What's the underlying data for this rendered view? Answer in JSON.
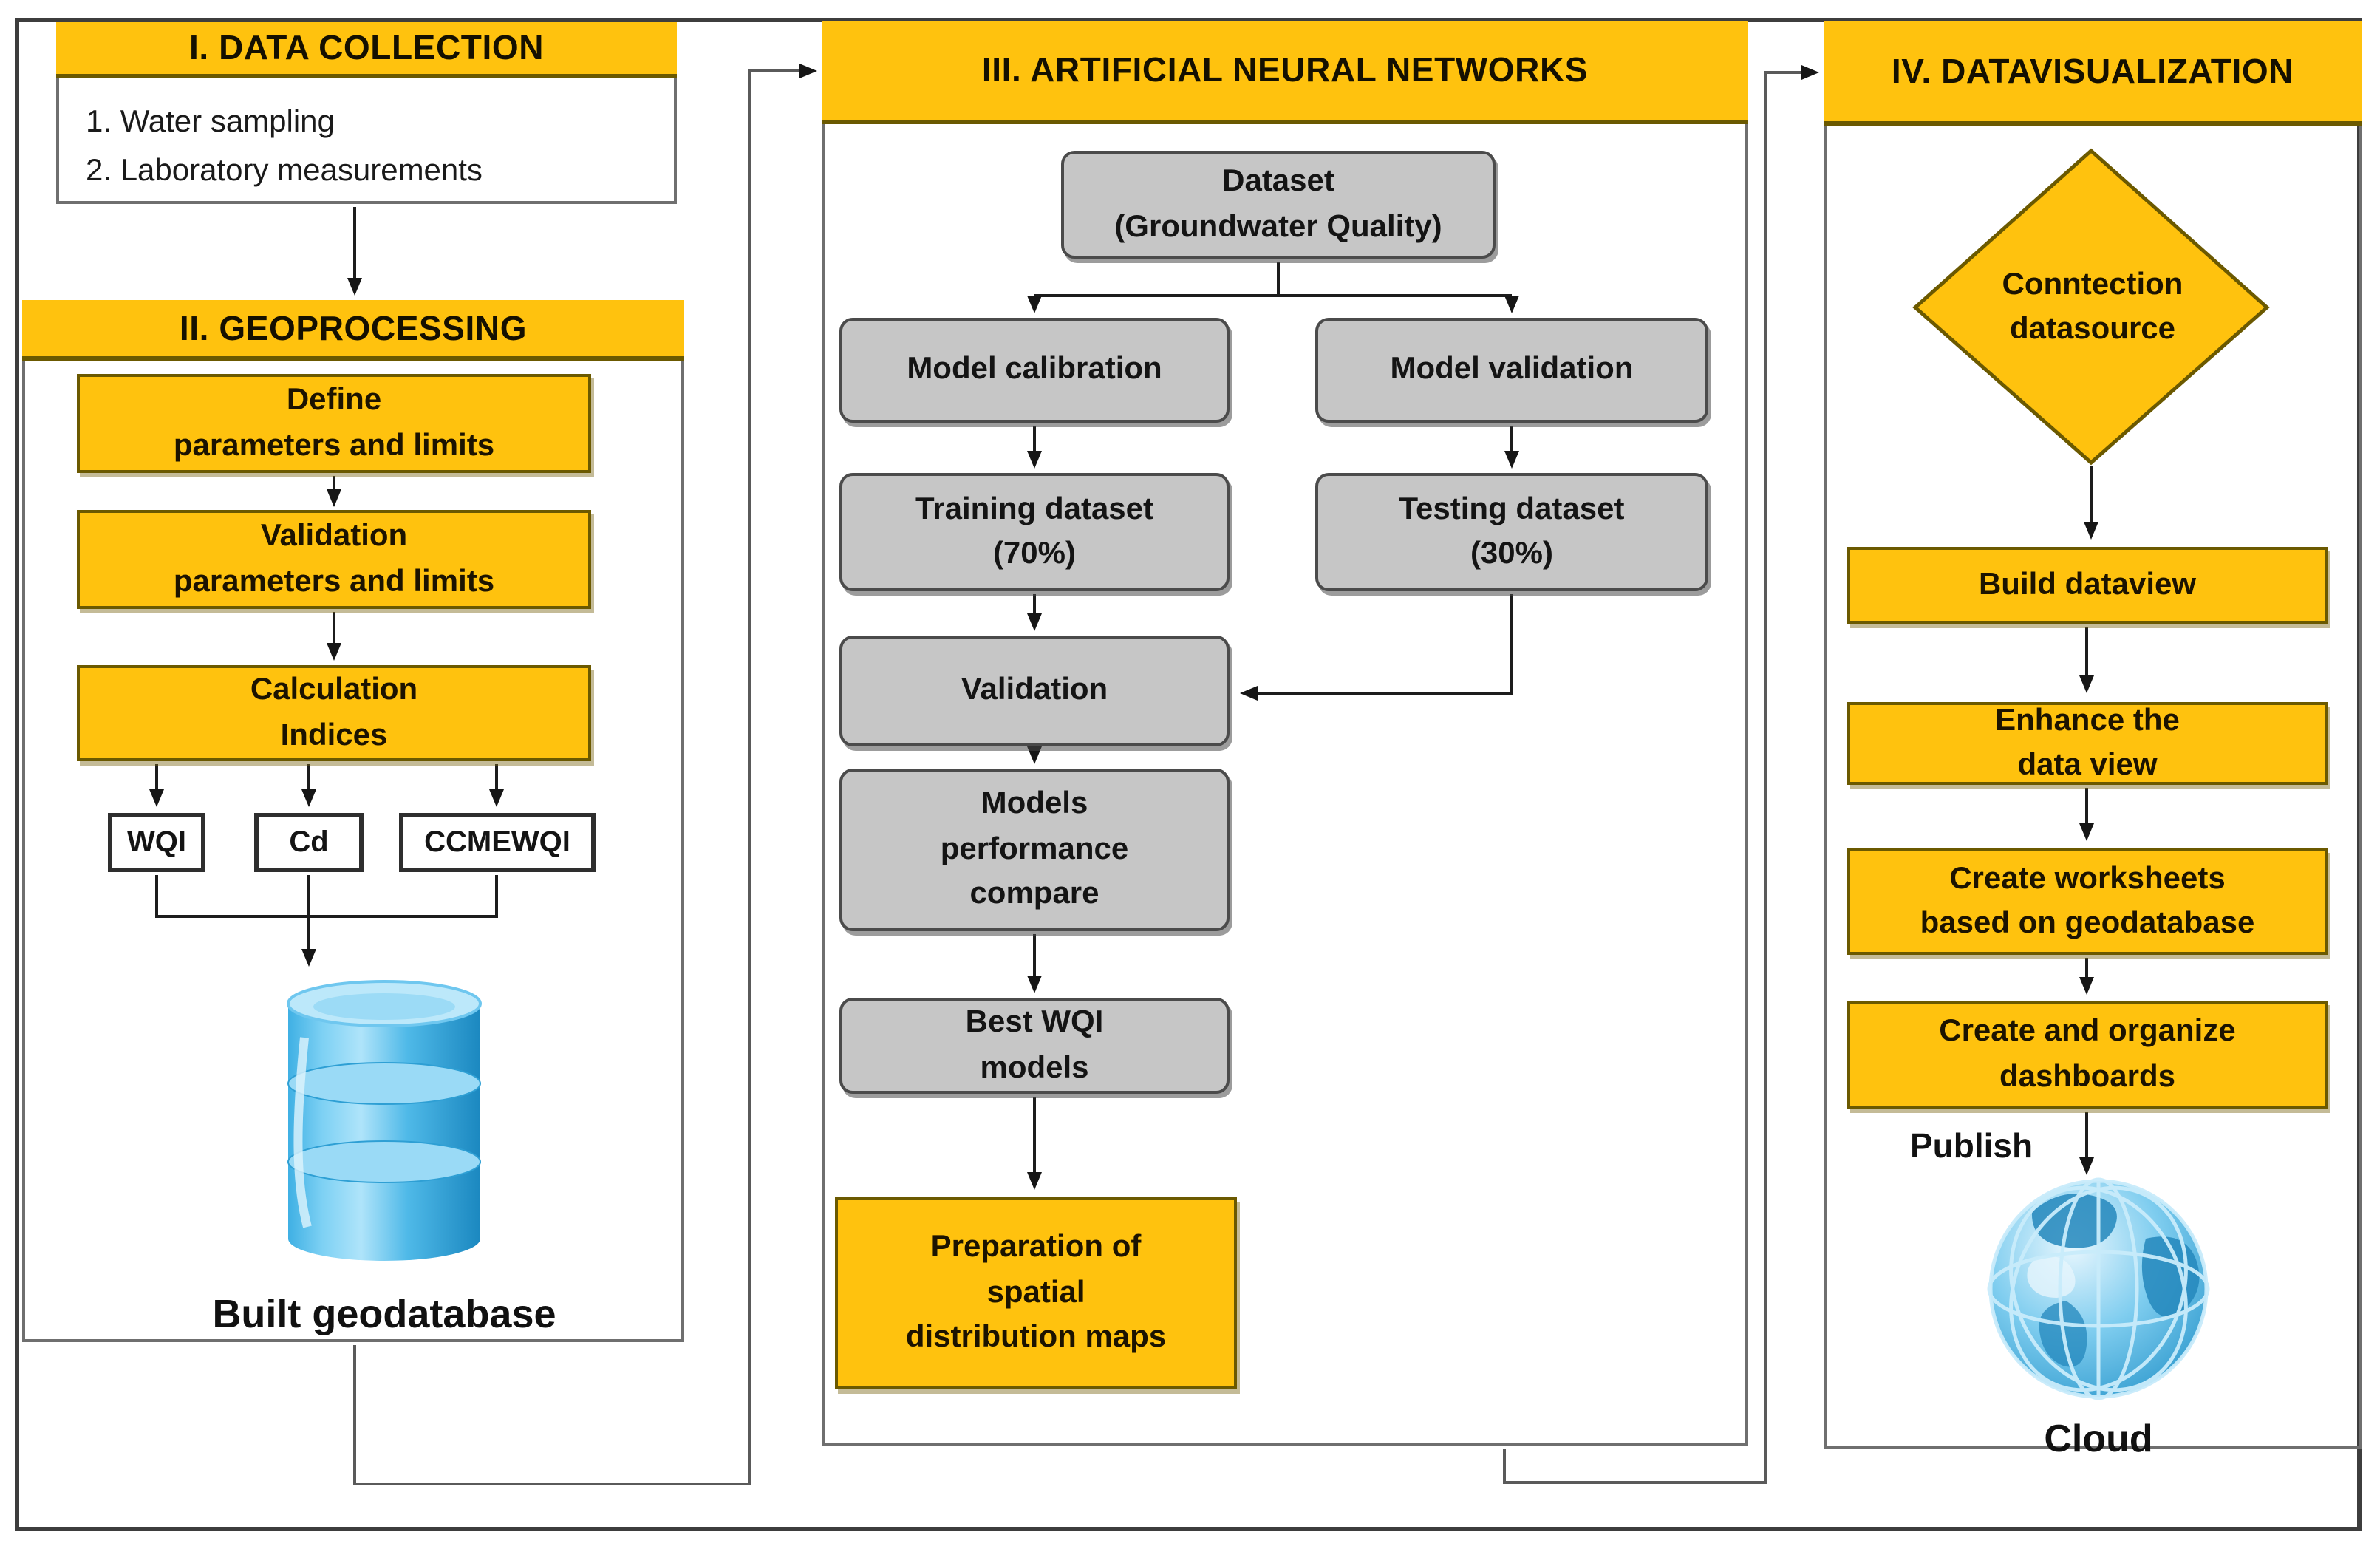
{
  "palette": {
    "section_yellow": "#FFC20E",
    "yellow_border": "#6B5900",
    "process_gray": "#C6C6C6",
    "database_blue": "#2FA8DC",
    "line_color": "#3D3D3D"
  },
  "sections": {
    "collection": {
      "title": "I. DATA COLLECTION",
      "item1": "1. Water sampling",
      "item2": "2. Laboratory measurements"
    },
    "geoprocessing": {
      "title": "II. GEOPROCESSING",
      "define": "Define\nparameters and limits",
      "validate": "Validation\nparameters and limits",
      "calc": "Calculation\nIndices",
      "wqi": "WQI",
      "cd": "Cd",
      "ccmewqi": "CCMEWQI",
      "geodb": "Built geodatabase"
    },
    "ann": {
      "title": "III. ARTIFICIAL NEURAL NETWORKS",
      "dataset": "Dataset\n(Groundwater Quality)",
      "calibration": "Model calibration",
      "validation": "Model validation",
      "training": "Training dataset\n(70%)",
      "testing": "Testing dataset\n(30%)",
      "validate": "Validation",
      "performance": "Models\nperformance\ncompare",
      "best": "Best WQI\nmodels",
      "maps": "Preparation of\nspatial\ndistribution maps"
    },
    "dataviz": {
      "title": "IV. DATAVISUALIZATION",
      "connection": "Conntection\ndatasource",
      "build": "Build dataview",
      "enhance": "Enhance the\ndata view",
      "worksheets": "Create worksheets\nbased on geodatabase",
      "dashboards": "Create and organize\ndashboards",
      "publish": "Publish",
      "cloud": "Cloud"
    }
  },
  "icons": {
    "geodatabase": "database-cylinder-icon",
    "cloud": "globe-network-icon",
    "decision": "diamond-shape"
  }
}
